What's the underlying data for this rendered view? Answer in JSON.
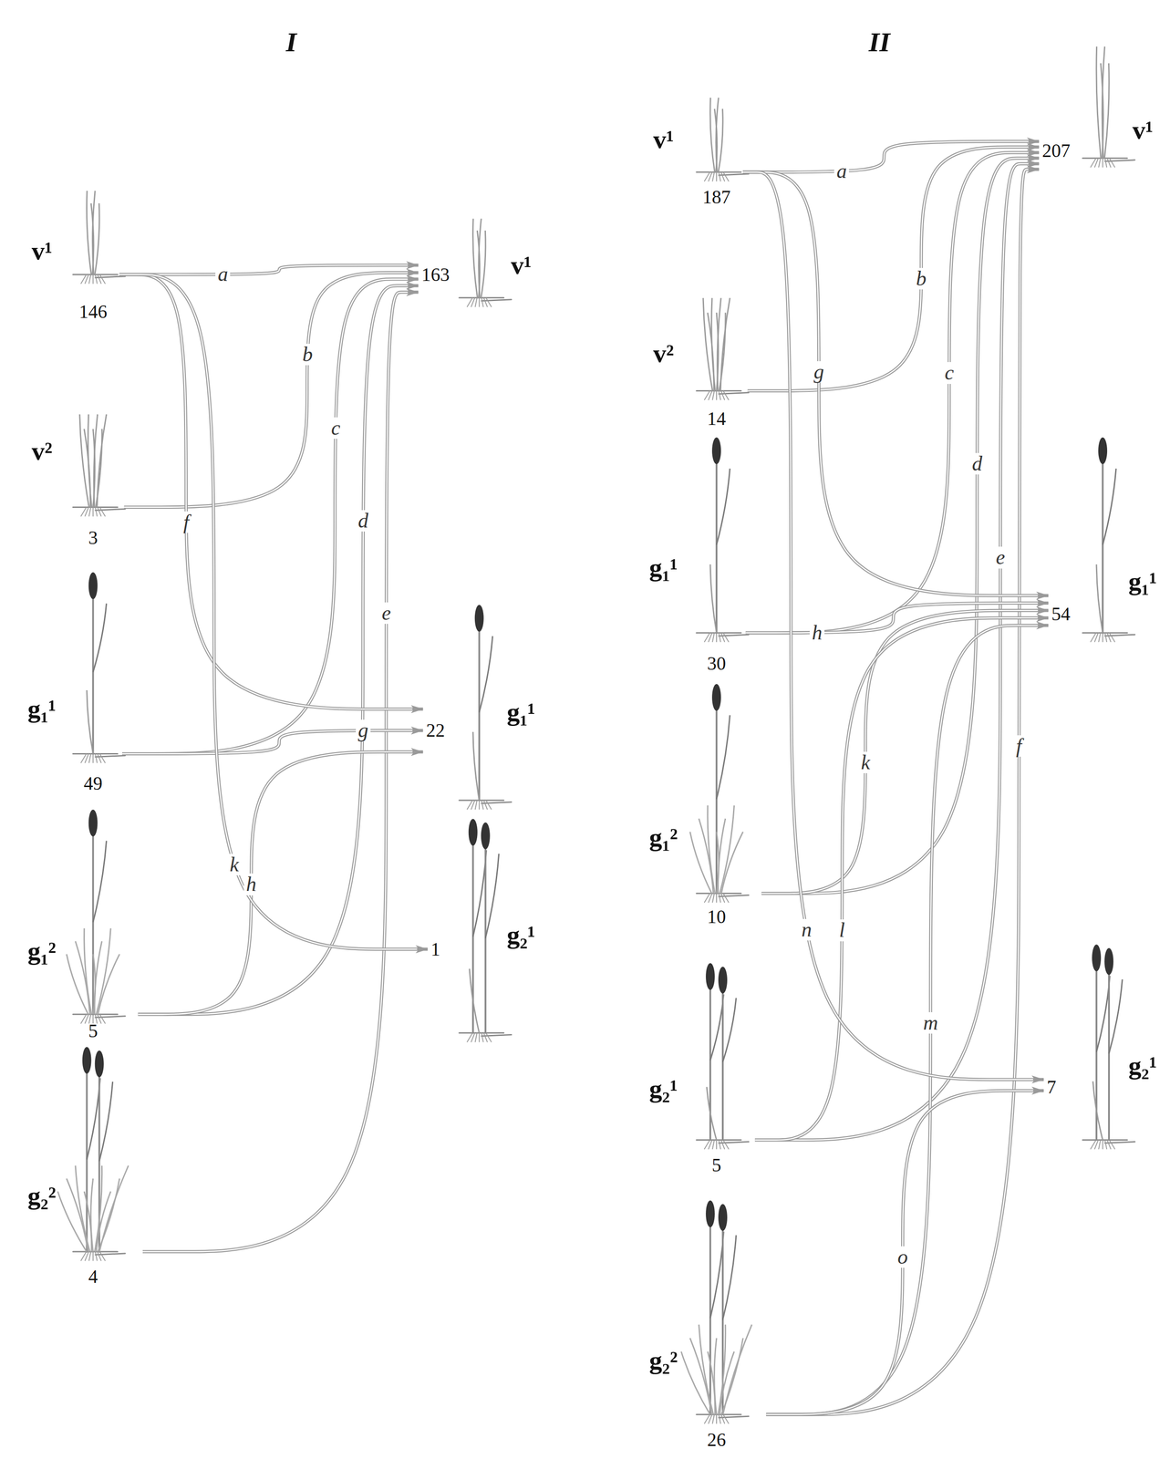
{
  "diagram": {
    "nodes": [
      {
        "text": [
          "v¹",
          "146"
        ]
      },
      {
        "text": [
          "v²",
          "3"
        ]
      },
      {
        "text": [
          "g₁¹",
          "49"
        ]
      },
      {
        "text": [
          "g₁²",
          "5"
        ]
      },
      {
        "text": [
          "g₂²",
          "4"
        ]
      },
      {
        "text": [
          "v¹",
          "163"
        ]
      },
      {
        "text": [
          "g₁¹",
          "22"
        ]
      },
      {
        "text": [
          "g₂¹",
          "1"
        ]
      },
      {
        "text": [
          "v¹",
          "187"
        ]
      },
      {
        "text": [
          "v²",
          "14"
        ]
      },
      {
        "text": [
          "g₁¹",
          "30"
        ]
      },
      {
        "text": [
          "g₁²",
          "10"
        ]
      },
      {
        "text": [
          "g₂¹",
          "5"
        ]
      },
      {
        "text": [
          "g₂²",
          "26"
        ]
      },
      {
        "text": [
          "v¹",
          "207"
        ]
      },
      {
        "text": [
          "g₁¹",
          "54"
        ]
      },
      {
        "text": [
          "g₂¹",
          "7"
        ]
      }
    ],
    "edges": [
      {
        "from": 0,
        "to": 5,
        "arrow": "to",
        "label": "a"
      },
      {
        "from": 1,
        "to": 5,
        "arrow": "to",
        "label": "b"
      },
      {
        "from": 2,
        "to": 5,
        "arrow": "to",
        "label": "c"
      },
      {
        "from": 3,
        "to": 5,
        "arrow": "to",
        "label": "d"
      },
      {
        "from": 4,
        "to": 5,
        "arrow": "to",
        "label": "e"
      },
      {
        "from": 0,
        "to": 6,
        "arrow": "to",
        "label": "f"
      },
      {
        "from": 2,
        "to": 6,
        "arrow": "to",
        "label": "g"
      },
      {
        "from": 3,
        "to": 6,
        "arrow": "to",
        "label": "h"
      },
      {
        "from": 0,
        "to": 7,
        "arrow": "to",
        "label": "k"
      },
      {
        "from": 8,
        "to": 14,
        "arrow": "to",
        "label": "a"
      },
      {
        "from": 9,
        "to": 14,
        "arrow": "to",
        "label": "b"
      },
      {
        "from": 10,
        "to": 14,
        "arrow": "to",
        "label": "c"
      },
      {
        "from": 11,
        "to": 14,
        "arrow": "to",
        "label": "d"
      },
      {
        "from": 12,
        "to": 14,
        "arrow": "to",
        "label": "e"
      },
      {
        "from": 13,
        "to": 14,
        "arrow": "to",
        "label": "f"
      },
      {
        "from": 8,
        "to": 15,
        "arrow": "to",
        "label": "g"
      },
      {
        "from": 10,
        "to": 15,
        "arrow": "to",
        "label": "h"
      },
      {
        "from": 11,
        "to": 15,
        "arrow": "to",
        "label": "k"
      },
      {
        "from": 12,
        "to": 15,
        "arrow": "to",
        "label": "l"
      },
      {
        "from": 13,
        "to": 15,
        "arrow": "to",
        "label": "m"
      },
      {
        "from": 8,
        "to": 16,
        "arrow": "to",
        "label": "n"
      },
      {
        "from": 13,
        "to": 16,
        "arrow": "to",
        "label": "o"
      }
    ],
    "labels": [
      "I",
      "II"
    ]
  }
}
